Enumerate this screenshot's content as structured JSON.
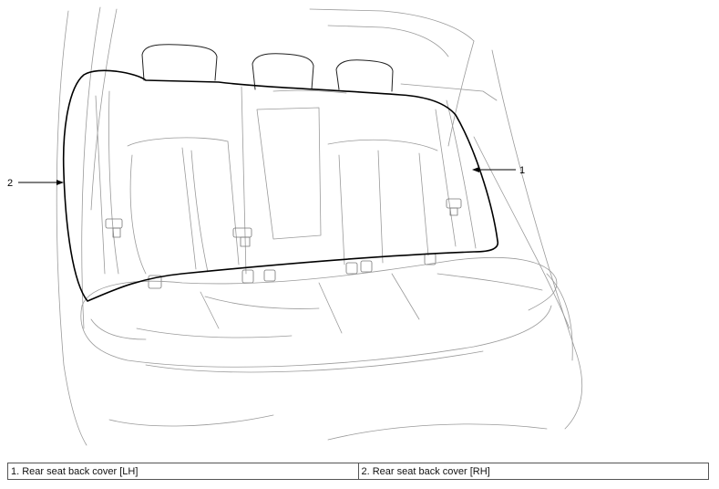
{
  "figure": {
    "callouts": [
      {
        "number": "1"
      },
      {
        "number": "2"
      }
    ]
  },
  "legend": {
    "items": [
      {
        "text": "1. Rear seat back cover [LH]"
      },
      {
        "text": "2. Rear seat back cover [RH]"
      }
    ]
  }
}
